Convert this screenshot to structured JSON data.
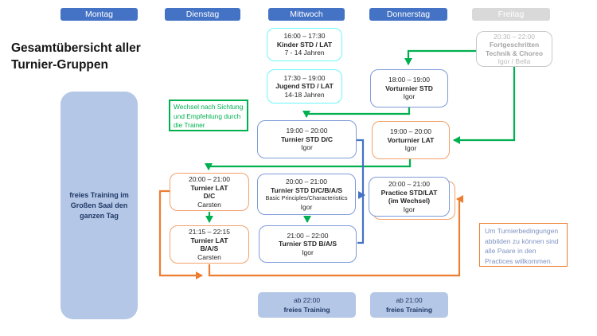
{
  "title": {
    "line1": "Gesamtübersicht aller",
    "line2": "Turnier-Gruppen"
  },
  "days": [
    {
      "label": "Montag",
      "state": "active"
    },
    {
      "label": "Dienstag",
      "state": "active"
    },
    {
      "label": "Mittwoch",
      "state": "active"
    },
    {
      "label": "Donnerstag",
      "state": "active"
    },
    {
      "label": "Freitag",
      "state": "inactive"
    }
  ],
  "monday": {
    "line1": "freies Training im",
    "line2": "Großen Saal den",
    "line3": "ganzen Tag"
  },
  "boxes": {
    "kinder": {
      "time": "16:00 – 17:30",
      "title": "Kinder STD / LAT",
      "sub": "7 - 14 Jahren"
    },
    "jugend": {
      "time": "17:30 – 19:00",
      "title": "Jugend STD / LAT",
      "sub": "14-18 Jahren"
    },
    "vorturnier_std": {
      "time": "18:00 – 19:00",
      "title": "Vorturnier STD",
      "trainer": "Igor"
    },
    "fortgeschritten": {
      "time": "20:30 – 22:00",
      "title": "Fortgeschritten",
      "title2": "Technik & Choreo",
      "trainer": "Igor / Bella"
    },
    "turnier_std_dc": {
      "time": "19:00 – 20:00",
      "title": "Turnier STD D/C",
      "trainer": "Igor"
    },
    "vorturnier_lat": {
      "time": "19:00 – 20:00",
      "title": "Vorturnier LAT",
      "trainer": "Igor"
    },
    "turnier_lat_dc": {
      "time": "20:00 – 21:00",
      "title": "Turnier LAT",
      "title2": "D/C",
      "trainer": "Carsten"
    },
    "turnier_lat_bas": {
      "time": "21:15 – 22:15",
      "title": "Turnier LAT",
      "title2": "B/A/S",
      "trainer": "Carsten"
    },
    "turnier_std_dcbas": {
      "time": "20:00 – 21:00",
      "title": "Turnier STD D/C/B/A/S",
      "sub": "Basic Principles/Characteristics",
      "trainer": "Igor"
    },
    "turnier_std_bas": {
      "time": "21:00 – 22:00",
      "title": "Turnier STD B/A/S",
      "trainer": "Igor"
    },
    "practice": {
      "time": "20:00 – 21:00",
      "title": "Practice STD/LAT",
      "title2": "(im Wechsel)",
      "trainer": "Igor"
    }
  },
  "notes": {
    "green": {
      "line1": "Wechsel nach Sichtung",
      "line2": "und Empfehlung durch",
      "line3": "die Trainer"
    },
    "orange": {
      "line1": "Um Turnierbedingungen",
      "line2": "abbilden zu können sind",
      "line3": "alle Paare in den",
      "line4": "Practices willkommen."
    }
  },
  "free_training": [
    {
      "time": "ab 22:00",
      "label": "freies Training"
    },
    {
      "time": "ab 21:00",
      "label": "freies Training"
    }
  ],
  "colors": {
    "accent_blue": "#4472C4",
    "accent_orange": "#ED7D31",
    "accent_green": "#00B050",
    "light_blue_fill": "#B4C7E7",
    "cyan_border": "#6FF7F7",
    "gray_inactive": "#D9D9D9"
  }
}
